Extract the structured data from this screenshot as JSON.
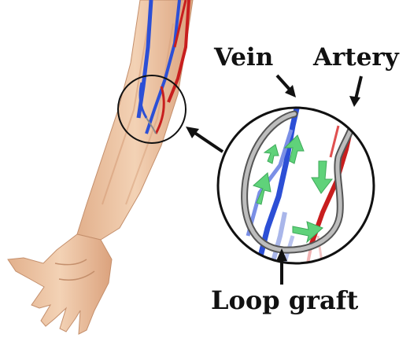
{
  "labels": {
    "vein": "Vein",
    "artery": "Artery",
    "loop_graft": "Loop graft"
  },
  "colors": {
    "vein": "#2c4fd6",
    "artery": "#c81e1e",
    "graft": "#8a8a8a",
    "flow_arrow": "#5fd27a",
    "skin": "#f1c9a5",
    "outline": "#111111"
  },
  "icons": {
    "flow": "flow-arrow-icon",
    "pointer": "pointer-arrow-icon"
  }
}
